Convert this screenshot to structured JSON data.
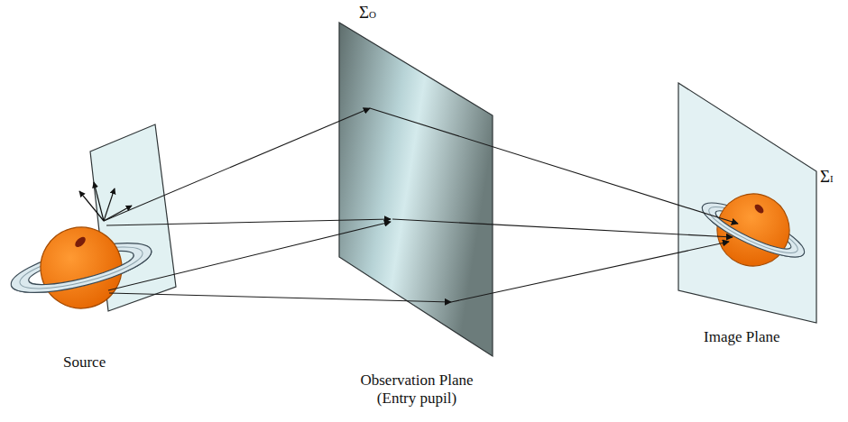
{
  "diagram": {
    "nodes": [
      {
        "text": [
          "Source"
        ]
      },
      {
        "text": [
          "ΣO",
          "Observation Plane (Entry pupil)"
        ]
      },
      {
        "text": [
          "ΣI",
          "Image Plane"
        ]
      }
    ],
    "edges": [
      {
        "from": 0,
        "to": 1,
        "arrow": "to"
      },
      {
        "from": 0,
        "to": 1,
        "arrow": "to"
      },
      {
        "from": 0,
        "to": 1,
        "arrow": "to"
      },
      {
        "from": 0,
        "to": 1,
        "arrow": "to"
      },
      {
        "from": 1,
        "to": 2,
        "arrow": "to"
      },
      {
        "from": 1,
        "to": 2,
        "arrow": "to"
      },
      {
        "from": 1,
        "to": 2,
        "arrow": "to"
      }
    ]
  }
}
